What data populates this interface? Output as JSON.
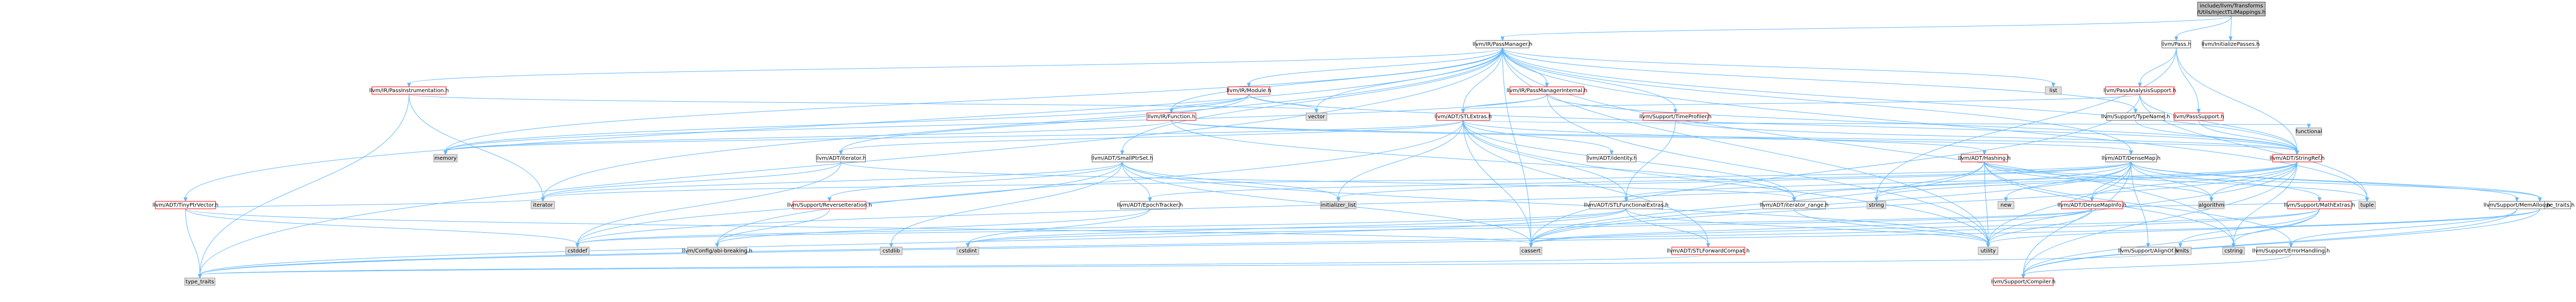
{
  "diagram": {
    "colors": {
      "edge": "#63b8ff",
      "root_fill": "#bfbfbf",
      "root_stroke": "#404040",
      "doc_fill": "#ffffff",
      "doc_stroke": "#666666",
      "missing_stroke": "#ff0000",
      "system_fill": "#e0e0e0",
      "system_stroke": "#999999",
      "text": "#000000"
    },
    "nodes": [
      {
        "id": "root",
        "lines": [
          "include/llvm/Transforms",
          "/Utils/InjectTLIMappings.h"
        ],
        "kind": "root"
      },
      {
        "id": "passmanager",
        "lines": [
          "llvm/IR/PassManager.h"
        ],
        "kind": "doc"
      },
      {
        "id": "pass",
        "lines": [
          "llvm/Pass.h"
        ],
        "kind": "doc"
      },
      {
        "id": "initpasses",
        "lines": [
          "llvm/InitializePasses.h"
        ],
        "kind": "doc"
      },
      {
        "id": "tinyptrvector",
        "lines": [
          "llvm/ADT/TinyPtrVector.h"
        ],
        "kind": "missing"
      },
      {
        "id": "passinstr",
        "lines": [
          "llvm/IR/PassInstrumentation.h"
        ],
        "kind": "missing"
      },
      {
        "id": "module",
        "lines": [
          "llvm/IR/Module.h"
        ],
        "kind": "missing"
      },
      {
        "id": "pmi",
        "lines": [
          "llvm/IR/PassManagerInternal.h"
        ],
        "kind": "missing"
      },
      {
        "id": "stlextras",
        "lines": [
          "llvm/ADT/STLExtras.h"
        ],
        "kind": "missing"
      },
      {
        "id": "function",
        "lines": [
          "llvm/IR/Function.h"
        ],
        "kind": "missing"
      },
      {
        "id": "timeprofiler",
        "lines": [
          "llvm/Support/TimeProfiler.h"
        ],
        "kind": "missing"
      },
      {
        "id": "typename",
        "lines": [
          "llvm/Support/TypeName.h"
        ],
        "kind": "doc"
      },
      {
        "id": "passanalysis",
        "lines": [
          "llvm/PassAnalysisSupport.h"
        ],
        "kind": "missing"
      },
      {
        "id": "passsupport",
        "lines": [
          "llvm/PassSupport.h"
        ],
        "kind": "missing"
      },
      {
        "id": "list",
        "lines": [
          "list"
        ],
        "kind": "system"
      },
      {
        "id": "iterator_h",
        "lines": [
          "llvm/ADT/iterator.h"
        ],
        "kind": "doc"
      },
      {
        "id": "smallptrset",
        "lines": [
          "llvm/ADT/SmallPtrSet.h"
        ],
        "kind": "doc"
      },
      {
        "id": "identity",
        "lines": [
          "llvm/ADT/identity.h"
        ],
        "kind": "doc"
      },
      {
        "id": "densemap",
        "lines": [
          "llvm/ADT/DenseMap.h"
        ],
        "kind": "doc"
      },
      {
        "id": "stringref",
        "lines": [
          "llvm/ADT/StringRef.h"
        ],
        "kind": "missing"
      },
      {
        "id": "hashing",
        "lines": [
          "llvm/ADT/Hashing.h"
        ],
        "kind": "missing"
      },
      {
        "id": "functional",
        "lines": [
          "functional"
        ],
        "kind": "system"
      },
      {
        "id": "vector",
        "lines": [
          "vector"
        ],
        "kind": "system"
      },
      {
        "id": "memory",
        "lines": [
          "memory"
        ],
        "kind": "system"
      },
      {
        "id": "iterator",
        "lines": [
          "iterator"
        ],
        "kind": "system"
      },
      {
        "id": "heuristic",
        "lines": [
          "llvm/Support/ReverseIteration.h"
        ],
        "kind": "missing"
      },
      {
        "id": "epochtracker",
        "lines": [
          "llvm/ADT/EpochTracker.h"
        ],
        "kind": "doc"
      },
      {
        "id": "initlist",
        "lines": [
          "initializer_list"
        ],
        "kind": "system"
      },
      {
        "id": "stlfunctional",
        "lines": [
          "llvm/ADT/STLFunctionalExtras.h"
        ],
        "kind": "doc"
      },
      {
        "id": "iterrange",
        "lines": [
          "llvm/ADT/iterator_range.h"
        ],
        "kind": "doc"
      },
      {
        "id": "string",
        "lines": [
          "string"
        ],
        "kind": "system"
      },
      {
        "id": "densemapinfo",
        "lines": [
          "llvm/ADT/DenseMapInfo.h"
        ],
        "kind": "missing"
      },
      {
        "id": "mathextras",
        "lines": [
          "llvm/Support/MathExtras.h"
        ],
        "kind": "missing"
      },
      {
        "id": "typetraits_h",
        "lines": [
          "llvm/Support/type_traits.h"
        ],
        "kind": "doc"
      },
      {
        "id": "new",
        "lines": [
          "new"
        ],
        "kind": "system"
      },
      {
        "id": "memalloc",
        "lines": [
          "llvm/Support/MemAlloc.h"
        ],
        "kind": "doc"
      },
      {
        "id": "algorithm",
        "lines": [
          "algorithm"
        ],
        "kind": "system"
      },
      {
        "id": "tuple",
        "lines": [
          "tuple"
        ],
        "kind": "system"
      },
      {
        "id": "cstddef",
        "lines": [
          "cstddef"
        ],
        "kind": "system"
      },
      {
        "id": "cstdlib",
        "lines": [
          "cstdlib"
        ],
        "kind": "system"
      },
      {
        "id": "abi",
        "lines": [
          "llvm/Config/abi-breaking.h"
        ],
        "kind": "system"
      },
      {
        "id": "cstdint",
        "lines": [
          "cstdint"
        ],
        "kind": "system"
      },
      {
        "id": "stlforward",
        "lines": [
          "llvm/ADT/STLForwardCompat.h"
        ],
        "kind": "missing"
      },
      {
        "id": "cassert",
        "lines": [
          "cassert"
        ],
        "kind": "system"
      },
      {
        "id": "utility",
        "lines": [
          "utility"
        ],
        "kind": "system"
      },
      {
        "id": "climits",
        "lines": [
          "climits"
        ],
        "kind": "system"
      },
      {
        "id": "cstring",
        "lines": [
          "cstring"
        ],
        "kind": "system"
      },
      {
        "id": "aligncxx",
        "lines": [
          "llvm/Support/AlignOf.h"
        ],
        "kind": "doc"
      },
      {
        "id": "errorhandling",
        "lines": [
          "llvm/Support/ErrorHandling.h"
        ],
        "kind": "doc"
      },
      {
        "id": "compiler",
        "lines": [
          "llvm/Support/Compiler.h"
        ],
        "kind": "missing"
      },
      {
        "id": "typetraits",
        "lines": [
          "type_traits"
        ],
        "kind": "system"
      }
    ]
  }
}
